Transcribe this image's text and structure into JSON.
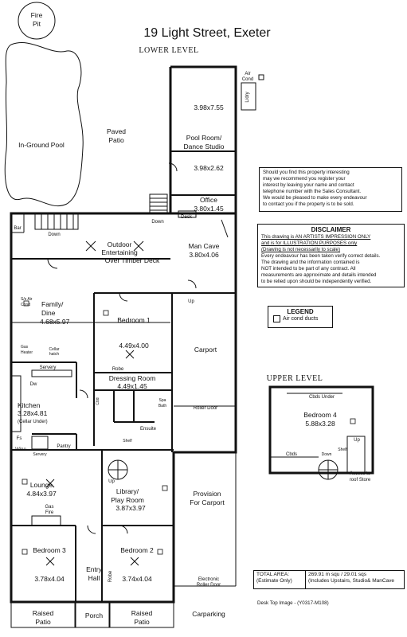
{
  "title": "19 Light Street, Exeter",
  "lower_level": "LOWER LEVEL",
  "upper_level": "UPPER LEVEL",
  "outdoor": {
    "fire_pit_1": "Fire",
    "fire_pit_2": "Pit",
    "pool": "In-Ground Pool",
    "paved_1": "Paved",
    "paved_2": "Patio",
    "down": "Down",
    "bar": "Bar"
  },
  "rooms": {
    "pool_dims": "3.98x7.55",
    "ldry": "L/dry",
    "aircond_1": "Air",
    "aircond_2": "Cond",
    "pool_room_1": "Pool Room/",
    "pool_room_2": "Dance Studio",
    "pool_dims2": "3.98x2.62",
    "office": "Office",
    "office_dims": "3.80x1.45",
    "desk": "Desk",
    "man_cave": "Man Cave",
    "man_cave_dims": "3.80x4.06",
    "outdoor_1": "Outdoor",
    "outdoor_2": "Entertaining",
    "outdoor_3": "Over Timber Deck",
    "up": "Up",
    "family_1": "Family/",
    "family_2": "Dine",
    "family_dims": "4.68x5.97",
    "split_1": "S/s Air",
    "split_2": "Cond",
    "gas_1": "Gas",
    "gas_2": "Heater",
    "cellar_1": "Cellar",
    "cellar_2": "hatch",
    "bedroom1": "Bedroom 1",
    "bedroom1_dims": "4.49x4.00",
    "carport": "Carport",
    "robe": "Robe",
    "dressing": "Dressing Room",
    "dressing_dims": "4.49x1.45",
    "servery": "Servery",
    "dw": "Dw",
    "kitchen": "Kitchen",
    "kitchen_dims": "3.28x4.81",
    "kitchen_note": "(Cellar Under)",
    "cbd": "Cbd",
    "spa_1": "Spa",
    "spa_2": "Bath",
    "ensuite": "Ensuite",
    "shelf": "Shelf",
    "roller_door": "Roller Door",
    "fs": "Fs",
    "pantry": "Pantry",
    "wine": "Wine",
    "servery2": "Servery",
    "lounge": "Lounge",
    "lounge_dims": "4.84x3.97",
    "gas_fire_1": "Gas",
    "gas_fire_2": "Fire",
    "library_1": "Library/",
    "library_2": "Play Room",
    "library_dims": "3.87x3.97",
    "provision_1": "Provision",
    "provision_2": "For Carport",
    "bedroom3": "Bedroom 3",
    "bedroom3_dims": "3.78x4.04",
    "entry_1": "Entry",
    "entry_2": "Hall",
    "bedroom2": "Bedroom 2",
    "bedroom2_dims": "3.74x4.04",
    "electronic_1": "Electronic",
    "electronic_2": "Roller Door",
    "raised_1": "Raised",
    "raised_2": "Patio",
    "porch": "Porch",
    "carparking": "Carparking",
    "cbds_under": "Cbds Under",
    "bedroom4": "Bedroom 4",
    "bedroom4_dims": "5.88x3.28",
    "cbds": "Cbds",
    "down": "Down",
    "shelf2": "Shelf",
    "access_1": "Access to",
    "access_2": "roof Store"
  },
  "info_box": {
    "lines": [
      "Should you find this property interesting",
      "may we recommend you register your",
      "interest by leaving your name and contact",
      "telephone number with the Sales Consultant.",
      "We would be pleased to make every endeavour",
      "to contact you if the property is to be sold."
    ]
  },
  "disclaimer": {
    "title": "DISCLAIMER",
    "l1": "This drawing is AN ARTISTS IMPRESSION ONLY",
    "l2": "and is for ILLUSTRATION PURPOSES only",
    "l3": "(Drawing is not necessarily to scale)",
    "l4": "Every endeavour has been taken verify correct details.",
    "l5": "The drawing and the information contained is",
    "l6": "NOT intended to be part of any contract.  All",
    "l7": "measurements are approximate and details intended",
    "l8": "to be relied upon should be independently verified."
  },
  "legend": {
    "title": "LEGEND",
    "item": "Air cond ducts"
  },
  "total_area": {
    "label_1": "TOTAL AREA:",
    "label_2": "(Estimate Only)",
    "value_1": "269.91 m squ /  29.01 sqs",
    "value_2": "(Includes Upstairs, Studio& ManCave"
  },
  "footnote": "Desk Top Image -  (Y0317-M108)"
}
